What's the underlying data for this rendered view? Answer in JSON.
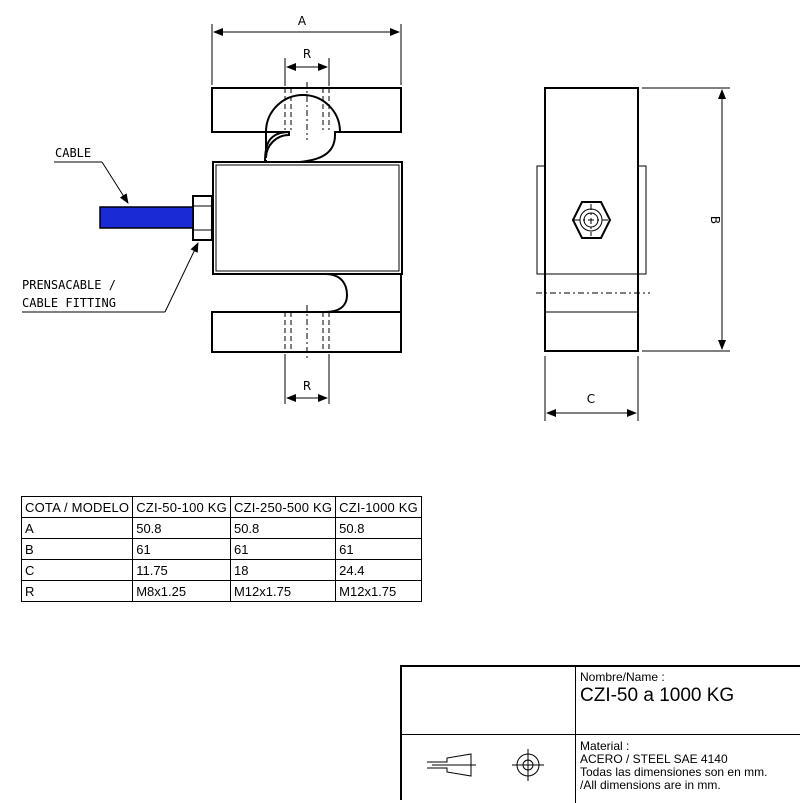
{
  "drawing": {
    "dim_a": "A",
    "dim_r": "R",
    "dim_b": "B",
    "dim_c": "C",
    "callout_cable": "CABLE",
    "callout_fitting_line1": "PRENSACABLE /",
    "callout_fitting_line2": "CABLE FITTING"
  },
  "colors": {
    "cable": "#1a2bd6",
    "line": "#000000"
  },
  "table": {
    "headers": [
      "COTA / MODELO",
      "CZI-50-100  KG",
      "CZI-250-500  KG",
      "CZI-1000  KG"
    ],
    "rows": [
      [
        "A",
        "50.8",
        "50.8",
        "50.8"
      ],
      [
        "B",
        "61",
        "61",
        "61"
      ],
      [
        "C",
        "11.75",
        "18",
        "24.4"
      ],
      [
        "R",
        "M8x1.25",
        "M12x1.75",
        "M12x1.75"
      ]
    ]
  },
  "title_block": {
    "name_label": "Nombre/Name :",
    "name_value": "CZI-50 a 1000 KG",
    "material_label": "Material :",
    "material_value": "ACERO / STEEL SAE 4140",
    "note_es": "Todas las dimensiones son en mm.",
    "note_en": "/All dimensions are in mm.",
    "projection_icon": "third-angle-projection-icon"
  }
}
